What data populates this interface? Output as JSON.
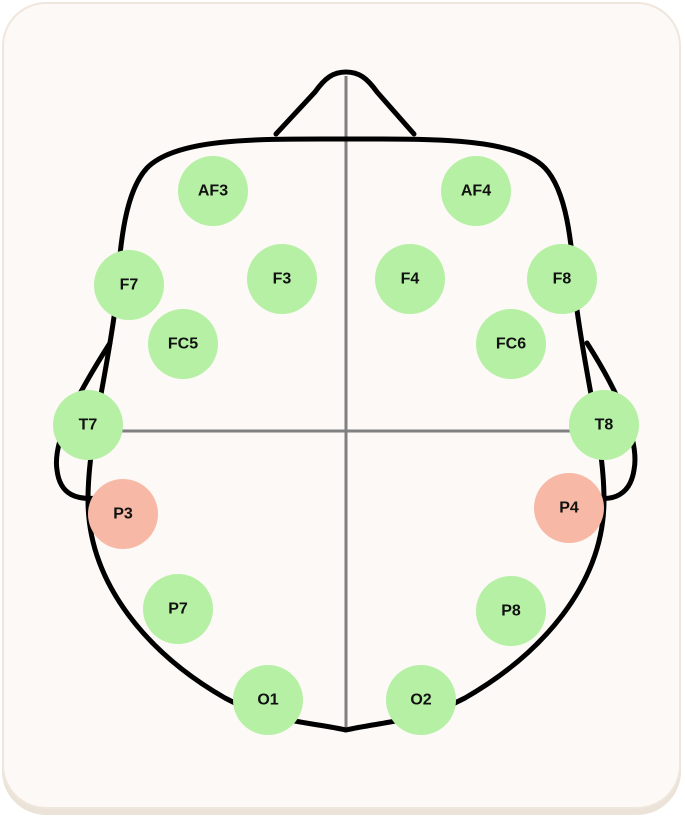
{
  "colors": {
    "card_background": "#fdf9f6",
    "card_border": "#efe6dd",
    "outline": "#000000",
    "midlines": "#808080",
    "electrode_ok": "#b5f0a5",
    "electrode_bad": "#f7b9a5",
    "label_text": "#111111"
  },
  "electrodes": [
    {
      "label": "AF3",
      "status": "ok"
    },
    {
      "label": "AF4",
      "status": "ok"
    },
    {
      "label": "F3",
      "status": "ok"
    },
    {
      "label": "F4",
      "status": "ok"
    },
    {
      "label": "F7",
      "status": "ok"
    },
    {
      "label": "F8",
      "status": "ok"
    },
    {
      "label": "FC5",
      "status": "ok"
    },
    {
      "label": "FC6",
      "status": "ok"
    },
    {
      "label": "T7",
      "status": "ok"
    },
    {
      "label": "T8",
      "status": "ok"
    },
    {
      "label": "P3",
      "status": "bad"
    },
    {
      "label": "P4",
      "status": "bad"
    },
    {
      "label": "P7",
      "status": "ok"
    },
    {
      "label": "P8",
      "status": "ok"
    },
    {
      "label": "O1",
      "status": "ok"
    },
    {
      "label": "O2",
      "status": "ok"
    }
  ]
}
